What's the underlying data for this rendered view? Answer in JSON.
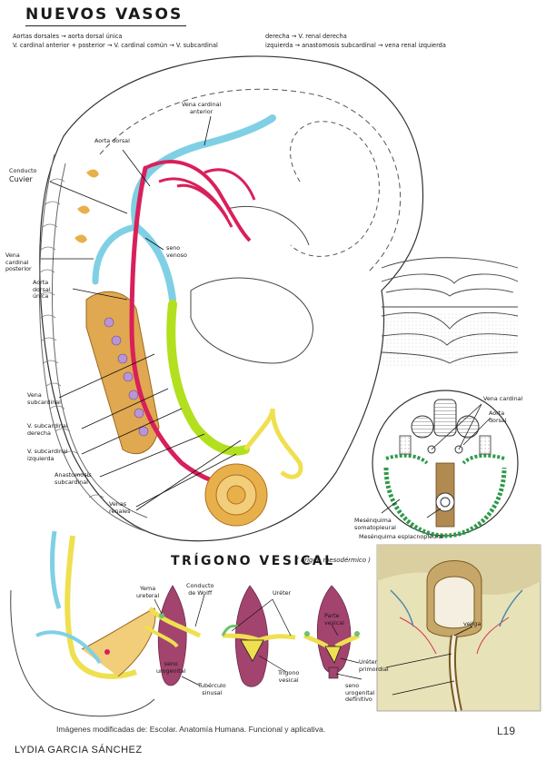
{
  "header": {
    "title": "NUEVOS VASOS",
    "flow_line_1": "Aortas dorsales → aorta dorsal única",
    "flow_line_2": "V. cardinal anterior + posterior → V. cardinal común → V. subcardinal",
    "flow_branch_right": "derecha → V. renal derecha",
    "flow_branch_left": "izquierda → anastomosis subcardinal → vena renal izquierda"
  },
  "main_diagram": {
    "labels": {
      "vena_cardinal_anterior": "Vena cardinal\nanterior",
      "aorta_dorsal": "Aorta dorsal",
      "conducto_cuvier_a": "Conducto",
      "conducto_cuvier_b": "Cuvier",
      "seno_venoso": "seno\nvenoso",
      "vena_cardinal_posterior": "Vena\ncardinal\nposterior",
      "aorta_dorsal_unica": "Aorta\ndorsal\núnica",
      "vena_subcardinal": "Vena\nsubcardinal",
      "v_subcardinal_derecha": "V. subcardinal\nderecha",
      "v_subcardinal_izquierda": "V. subcardinal\nizquierda",
      "anastomosis_subcardinal": "Anastomosis\nsubcardinal",
      "venas_renales": "Venas\nrenales"
    }
  },
  "cross_section": {
    "labels": {
      "vena_cardinal": "Vena cardinal",
      "aorta_dorsal": "Aorta\ndorsal",
      "mesenquima_somatopleural": "Mesénquima\nsomatopleural",
      "mesenquima_esplacnopleural": "Mesénquima esplacnopleural"
    }
  },
  "trigono": {
    "title": "TRÍGONO VESICAL",
    "subtitle": "( origen mesodérmico )",
    "labels": {
      "yema_ureteral": "Yema\nureteral",
      "conducto_wolff": "Conducto\nde Wolff",
      "ureter": "Uréter",
      "parte_vesical": "Parte\nvesical",
      "seno_urogenital": "seno\nurogenital",
      "tuberculo_sinusal": "Tubérculo\nsinusal",
      "trigono_vesical": "Trígono\nvesical",
      "ureter_primordial": "Uréter\nprimordial",
      "seno_urogenital_definitivo": "seno\nurogenital\ndefinitivo",
      "vejiga": "vejiga"
    }
  },
  "footer": {
    "source": "Imágenes modificadas de: Escolar. Anatomía Humana. Funcional y aplicativa.",
    "page_code": "L19",
    "author": "LYDIA GARCIA SÁNCHEZ"
  },
  "colors": {
    "cyan_vein": "#7fd0e4",
    "aorta_red": "#d8205a",
    "subcardinal_green": "#b2e01e",
    "renal_yellow": "#efe050",
    "mesonephros_orange": "#e0a850",
    "trigone_purple": "#a3446e",
    "mesenchyme_green": "#2f9a4a"
  }
}
